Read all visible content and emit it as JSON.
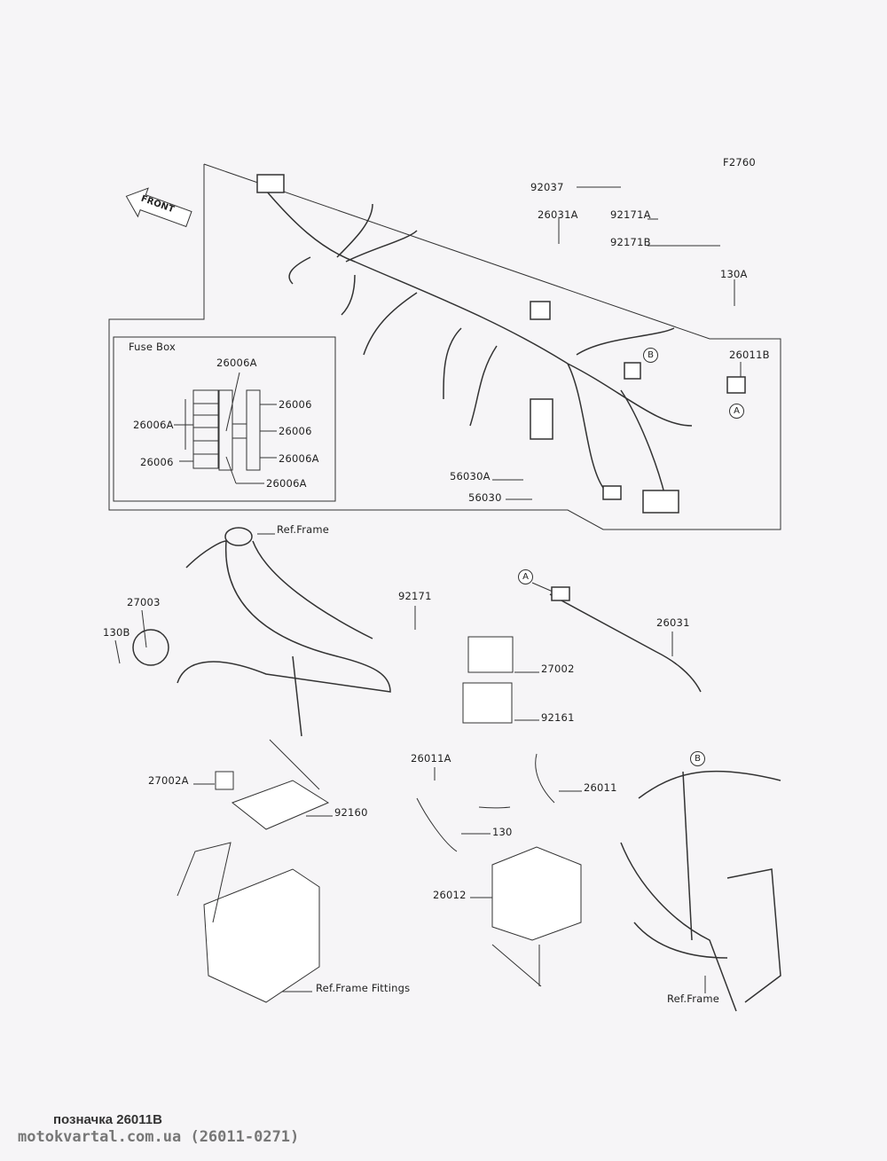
{
  "diagram_code": "F2760",
  "front_arrow": "FRONT",
  "fuse_box": {
    "title": "Fuse Box",
    "labels": [
      "26006A",
      "26006",
      "26006",
      "26006A",
      "26006A",
      "26006",
      "26006A"
    ]
  },
  "labels": {
    "p92037": "92037",
    "p26031A": "26031A",
    "p92171A": "92171A",
    "p92171B": "92171B",
    "p130A": "130A",
    "p26011B": "26011B",
    "p56030A": "56030A",
    "p56030": "56030",
    "ref_frame_1": "Ref.Frame",
    "p27003": "27003",
    "p130B": "130B",
    "p92171": "92171",
    "p26031": "26031",
    "p27002": "27002",
    "p92161": "92161",
    "p26011A": "26011A",
    "p26011": "26011",
    "p27002A": "27002A",
    "p92160": "92160",
    "p130": "130",
    "p26012": "26012",
    "ref_frame_fittings": "Ref.Frame Fittings",
    "ref_frame_2": "Ref.Frame"
  },
  "markers": {
    "a": "A",
    "b": "B"
  },
  "footer": {
    "caption": "позначка 26011B",
    "source": "motokvartal.com.ua (26011-0271)"
  }
}
